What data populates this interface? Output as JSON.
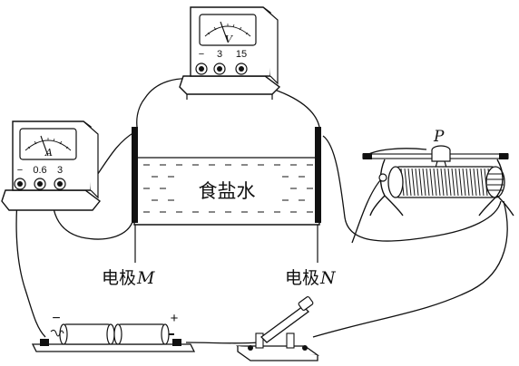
{
  "ammeter": {
    "letter": "A",
    "terminals": [
      "−",
      "0.6",
      "3"
    ]
  },
  "voltmeter": {
    "letter": "V",
    "terminals": [
      "−",
      "3",
      "15"
    ]
  },
  "tank": {
    "label": "食盐水"
  },
  "electrode_m": {
    "prefix": "电极",
    "letter": "M"
  },
  "electrode_n": {
    "prefix": "电极",
    "letter": "N"
  },
  "rheostat": {
    "slider_letter": "P"
  },
  "battery": {
    "negative": "−",
    "positive": "+"
  }
}
